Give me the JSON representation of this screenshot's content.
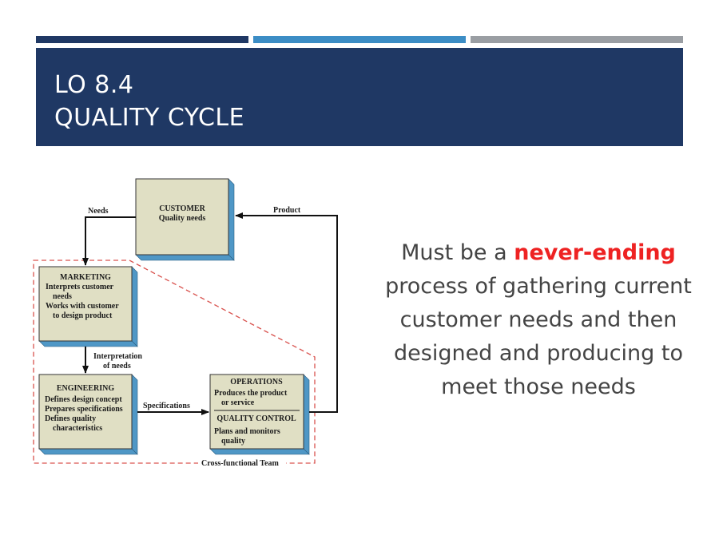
{
  "colors": {
    "bar1": "#1f3864",
    "bar2": "#3c8dc5",
    "bar3": "#9a9ea3",
    "header_bg": "#1f3864",
    "box_fill": "#e0dfc4",
    "box_side": "#4f97c6",
    "team_border": "#d9534f",
    "highlight": "#ee2222",
    "body_text": "#444444"
  },
  "header": {
    "line1": "LO 8.4",
    "line2": "QUALITY CYCLE"
  },
  "diagram": {
    "customer": {
      "title": "CUSTOMER",
      "lines": [
        "Quality needs"
      ]
    },
    "marketing": {
      "title": "MARKETING",
      "lines": [
        "Interprets customer",
        "needs",
        "Works with customer",
        "to design product"
      ]
    },
    "engineering": {
      "title": "ENGINEERING",
      "lines": [
        "Defines design concept",
        "Prepares specifications",
        "Defines quality",
        "characteristics"
      ]
    },
    "operations": {
      "title": "OPERATIONS",
      "lines": [
        "Produces the product",
        "or service"
      ],
      "qc_title": "QUALITY CONTROL",
      "qc_lines": [
        "Plans and monitors",
        "quality"
      ]
    },
    "labels": {
      "needs": "Needs",
      "product": "Product",
      "interpretation_1": "Interpretation",
      "interpretation_2": "of needs",
      "specifications": "Specifications",
      "team": "Cross-functional Team"
    }
  },
  "body": {
    "line1_pre": "Must be a ",
    "line1_highlight": "never-ending",
    "line2": "process of gathering current",
    "line3": "customer needs and then",
    "line4": "designed and producing to",
    "line5": "meet those needs"
  }
}
